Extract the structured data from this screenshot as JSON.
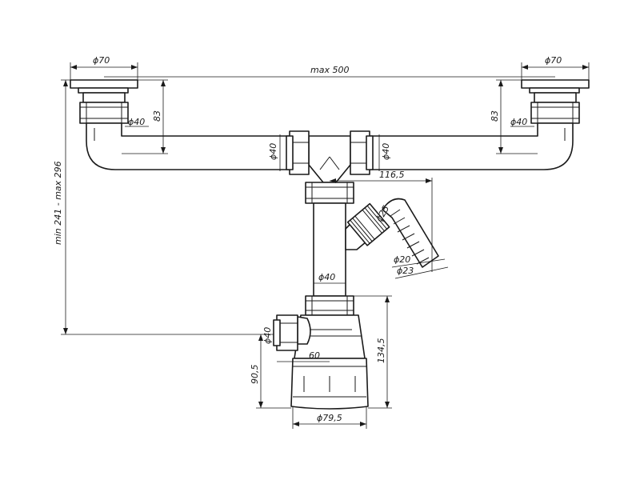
{
  "dimensions": {
    "left_outlet_dia": "ϕ70",
    "right_outlet_dia": "ϕ70",
    "overall_width": "max 500",
    "left_outlet_pipe_dia": "ϕ40",
    "right_outlet_pipe_dia": "ϕ40",
    "left_drop": "83",
    "right_drop": "83",
    "tee_left_dia": "ϕ40",
    "tee_right_dia": "ϕ40",
    "side_offset": "116,5",
    "side_inlet_dia": "ϕ25",
    "hose_inner_dia": "ϕ20",
    "hose_outer_dia": "ϕ23",
    "vertical_pipe_dia": "ϕ40",
    "total_height": "min 241 - max 296",
    "outlet_dia": "ϕ40",
    "outlet_offset": "60",
    "bottle_height": "134,5",
    "outlet_height": "90,5",
    "bottle_dia": "ϕ79,5"
  },
  "colors": {
    "line": "#1a1a1a",
    "background": "#ffffff"
  }
}
